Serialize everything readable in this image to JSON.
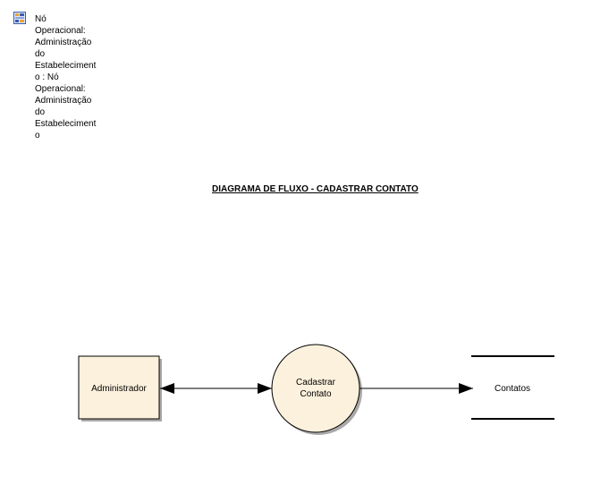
{
  "node": {
    "icon": "deployment-node-icon",
    "label_lines": [
      "Nó",
      "Operacional:",
      "Administração",
      "do",
      "Estabeleciment",
      "o : Nó",
      "Operacional:",
      "Administração",
      "do",
      "Estabeleciment",
      "o"
    ]
  },
  "diagram": {
    "title": "DIAGRAMA DE FLUXO - CADASTRAR CONTATO",
    "entity": {
      "label": "Administrador"
    },
    "process": {
      "label_line1": "Cadastrar",
      "label_line2": "Contato"
    },
    "datastore": {
      "label": "Contatos"
    }
  },
  "colors": {
    "shape_fill": "#fcf1dd",
    "shadow": "#a9a9a9",
    "stroke": "#000000"
  }
}
